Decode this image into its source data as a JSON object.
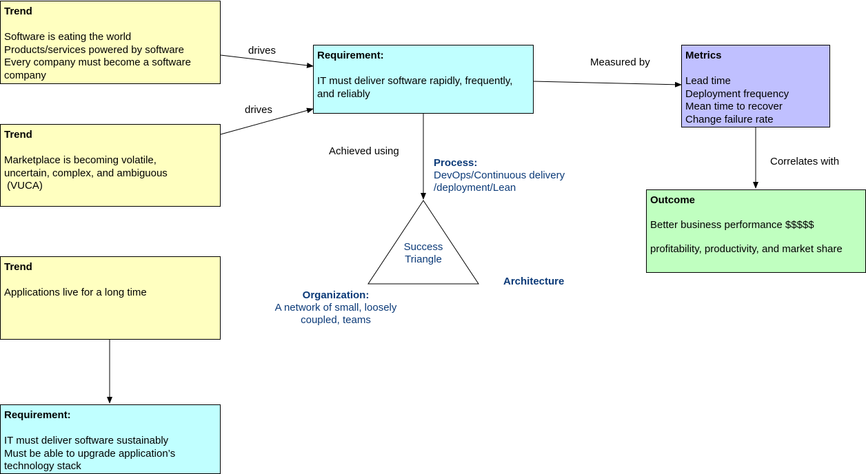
{
  "trend1": {
    "title": "Trend",
    "lines": [
      "Software is eating the world",
      "Products/services powered by software",
      "Every company must become a software",
      "company"
    ]
  },
  "trend2": {
    "title": "Trend",
    "lines": [
      "Marketplace is becoming volatile,",
      "uncertain, complex, and ambiguous",
      " (VUCA)"
    ]
  },
  "trend3": {
    "title": "Trend",
    "lines": [
      "Applications live for a long time"
    ]
  },
  "requirement1": {
    "title": "Requirement:",
    "lines": [
      "IT must deliver software rapidly, frequently,",
      "and reliably"
    ]
  },
  "requirement2": {
    "title": "Requirement:",
    "lines": [
      "IT must deliver software sustainably",
      "Must be able to upgrade application’s",
      "technology stack"
    ]
  },
  "metrics": {
    "title": "Metrics",
    "lines": [
      "Lead time",
      "Deployment frequency",
      "Mean time to recover",
      "Change failure rate"
    ]
  },
  "outcome": {
    "title": "Outcome",
    "lines": [
      "Better business performance $$$$$",
      "profitability, productivity, and market share"
    ]
  },
  "edge_labels": {
    "drives_1": "drives",
    "drives_2": "drives",
    "measured_by": "Measured by",
    "achieved_using": "Achieved using",
    "correlates_with": "Correlates with"
  },
  "triangle": {
    "label_line1": "Success",
    "label_line2": "Triangle",
    "process_title": "Process:",
    "process_lines": [
      "DevOps/Continuous delivery",
      "/deployment/Lean"
    ],
    "organization_title": "Organization:",
    "organization_lines": [
      "A network of small, loosely",
      "coupled, teams"
    ],
    "architecture_title": "Architecture"
  },
  "colors": {
    "trend": "#ffffc0",
    "requirement": "#c0ffff",
    "metrics": "#c0c0ff",
    "outcome": "#c0ffc0",
    "triangle_text": "#0b3a78"
  }
}
